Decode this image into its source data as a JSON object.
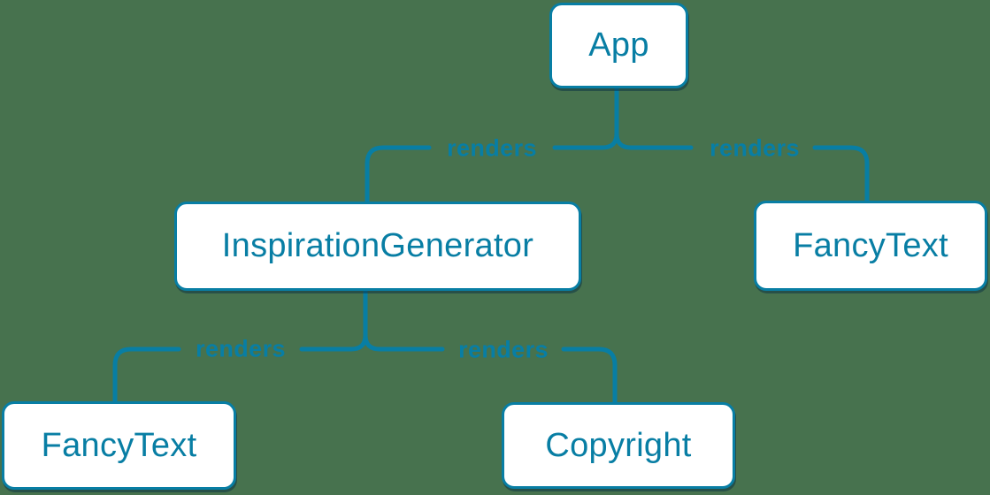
{
  "colors": {
    "background": "#47724e",
    "accent": "#087ea4",
    "node_fill": "#ffffff"
  },
  "diagram": {
    "type": "component-render-tree",
    "nodes": [
      {
        "id": "app",
        "label": "App"
      },
      {
        "id": "inspiration-generator",
        "label": "InspirationGenerator"
      },
      {
        "id": "fancy-text-top",
        "label": "FancyText"
      },
      {
        "id": "fancy-text-bottom",
        "label": "FancyText"
      },
      {
        "id": "copyright",
        "label": "Copyright"
      }
    ],
    "edges": [
      {
        "from": "App",
        "to": "InspirationGenerator",
        "label": "renders"
      },
      {
        "from": "App",
        "to": "FancyText",
        "label": "renders"
      },
      {
        "from": "InspirationGenerator",
        "to": "FancyText",
        "label": "renders"
      },
      {
        "from": "InspirationGenerator",
        "to": "Copyright",
        "label": "renders"
      }
    ]
  }
}
